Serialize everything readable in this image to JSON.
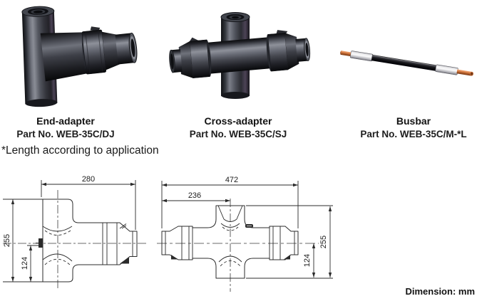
{
  "products": [
    {
      "name": "End-adapter",
      "part_no": "Part No. WEB-35C/DJ"
    },
    {
      "name": "Cross-adapter",
      "part_no": "Part No. WEB-35C/SJ"
    },
    {
      "name": "Busbar",
      "part_no": "Part No. WEB-35C/M-*L"
    }
  ],
  "note": "*Length according to application",
  "footer": {
    "dimension_label": "Dimension: mm"
  },
  "drawings": {
    "end_adapter": {
      "overall_width_mm": "280",
      "overall_height_mm": "255",
      "center_to_bottom_mm": "124"
    },
    "cross_adapter": {
      "overall_width_mm": "472",
      "end_to_center_mm": "236",
      "overall_height_mm": "255",
      "center_to_bottom_mm": "124"
    }
  },
  "colors": {
    "background": "#ffffff",
    "adapter_body": "#34373e",
    "adapter_highlight": "#8e919a",
    "adapter_shadow_tint": "#4c4356",
    "busbar_copper": "#c97a4b",
    "busbar_sleeve": "#dcdcde",
    "busbar_body": "#1b1b1f",
    "drawing_line": "#2b2b2b",
    "text": "#1a1a1a"
  }
}
